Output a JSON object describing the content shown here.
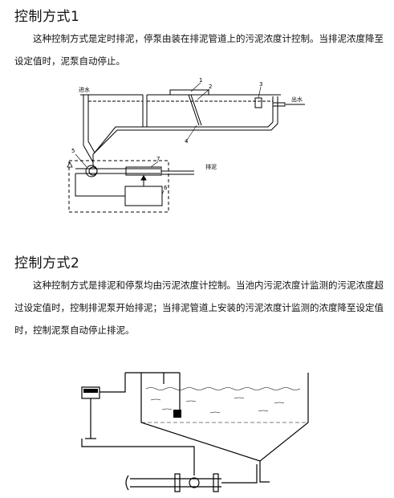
{
  "section1": {
    "title": "控制方式1",
    "paragraph": "这种控制方式是定时排泥，停泵由装在排泥管道上的污泥浓度计控制。当排泥浓度降至设定值时，泥泵自动停止。",
    "diagram": {
      "labels": {
        "inlet": "进水",
        "outlet": "出水",
        "sludge_out": "排泥",
        "n1": "1",
        "n2": "2",
        "n3": "3",
        "n4": "4",
        "n5": "5",
        "n6": "6",
        "n7": "7"
      }
    }
  },
  "section2": {
    "title": "控制方式2",
    "paragraph": "这种控制方式是排泥和停泵均由污泥浓度计控制。当池内污泥浓度计监测的污泥浓度超过设定值时，控制排泥泵开始排泥；当排泥管道上安装的污泥浓度计监测的浓度降至设定值时，控制泥泵自动停止排泥。"
  }
}
